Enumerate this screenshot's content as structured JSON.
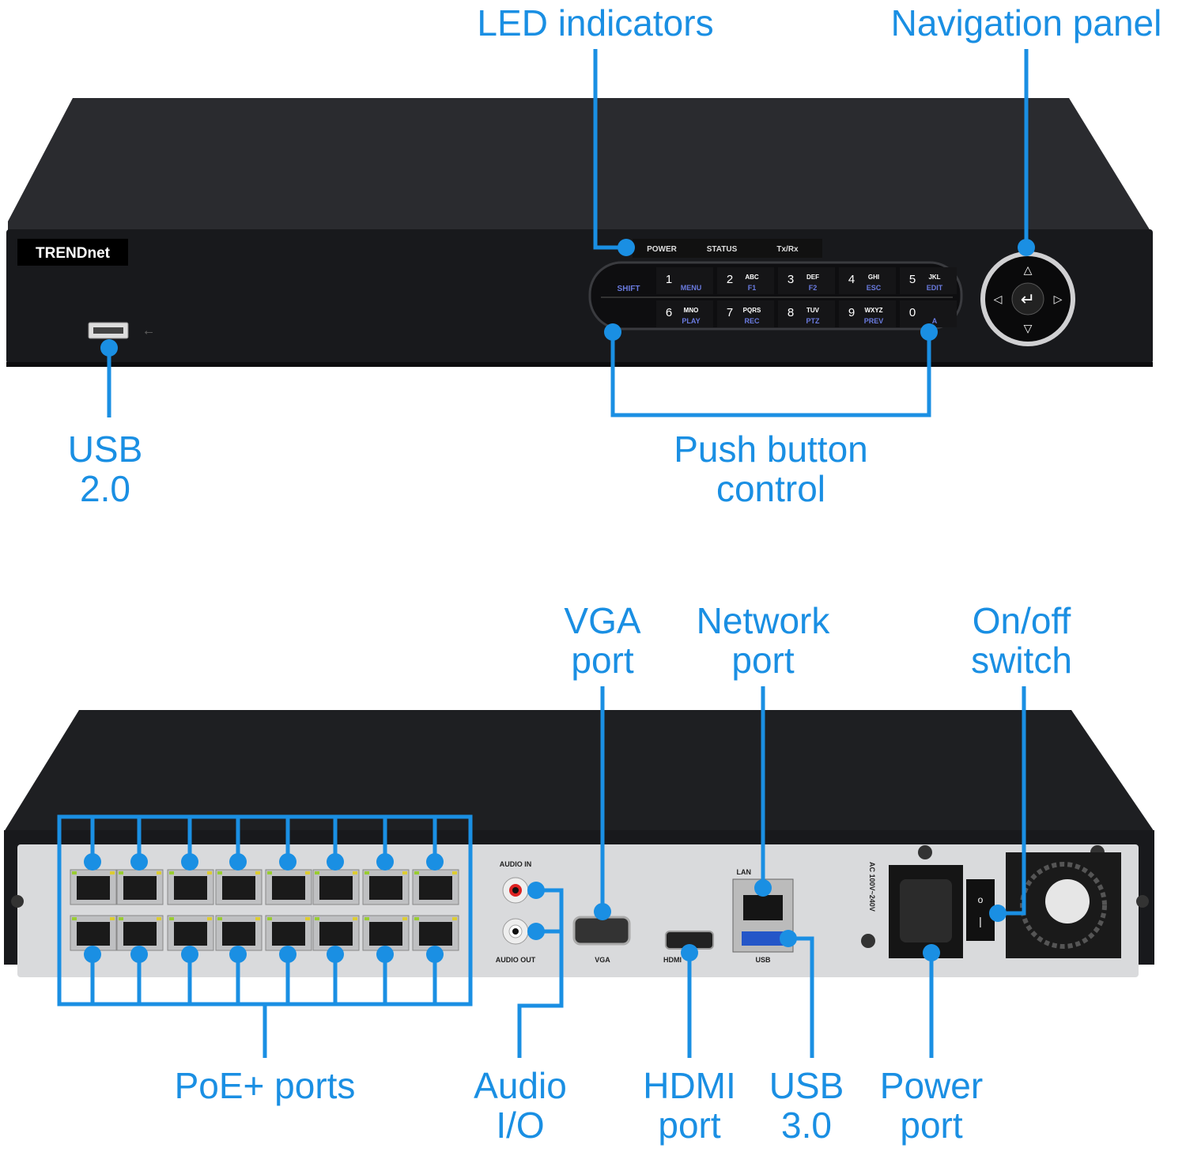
{
  "colors": {
    "accent": "#1a8fe3",
    "chassis": "#1c1d20",
    "panel": "#d9dadc"
  },
  "front": {
    "brand": "TRENDnet",
    "leds": [
      "POWER",
      "STATUS",
      "Tx/Rx"
    ],
    "shift": "SHIFT",
    "keys": [
      {
        "num": "1",
        "letters": "",
        "func": "MENU"
      },
      {
        "num": "2",
        "letters": "ABC",
        "func": "F1"
      },
      {
        "num": "3",
        "letters": "DEF",
        "func": "F2"
      },
      {
        "num": "4",
        "letters": "GHI",
        "func": "ESC"
      },
      {
        "num": "5",
        "letters": "JKL",
        "func": "EDIT"
      },
      {
        "num": "6",
        "letters": "MNO",
        "func": "PLAY"
      },
      {
        "num": "7",
        "letters": "PQRS",
        "func": "REC"
      },
      {
        "num": "8",
        "letters": "TUV",
        "func": "PTZ"
      },
      {
        "num": "9",
        "letters": "WXYZ",
        "func": "PREV"
      },
      {
        "num": "0",
        "letters": "",
        "func": "A"
      }
    ]
  },
  "back": {
    "audio_in": "AUDIO IN",
    "audio_out": "AUDIO OUT",
    "vga": "VGA",
    "lan": "LAN",
    "usb": "USB",
    "hdmi": "HDMI",
    "power_rating": "AC 100V~240V"
  },
  "callouts": {
    "led": "LED indicators",
    "nav": "Navigation panel",
    "usb2": [
      "USB",
      "2.0"
    ],
    "push": [
      "Push button",
      "control"
    ],
    "vga": [
      "VGA",
      "port"
    ],
    "network": [
      "Network",
      "port"
    ],
    "onoff": [
      "On/off",
      "switch"
    ],
    "poe": "PoE+ ports",
    "audio": [
      "Audio",
      "I/O"
    ],
    "hdmi": [
      "HDMI",
      "port"
    ],
    "usb3": [
      "USB",
      "3.0"
    ],
    "power": [
      "Power",
      "port"
    ]
  }
}
